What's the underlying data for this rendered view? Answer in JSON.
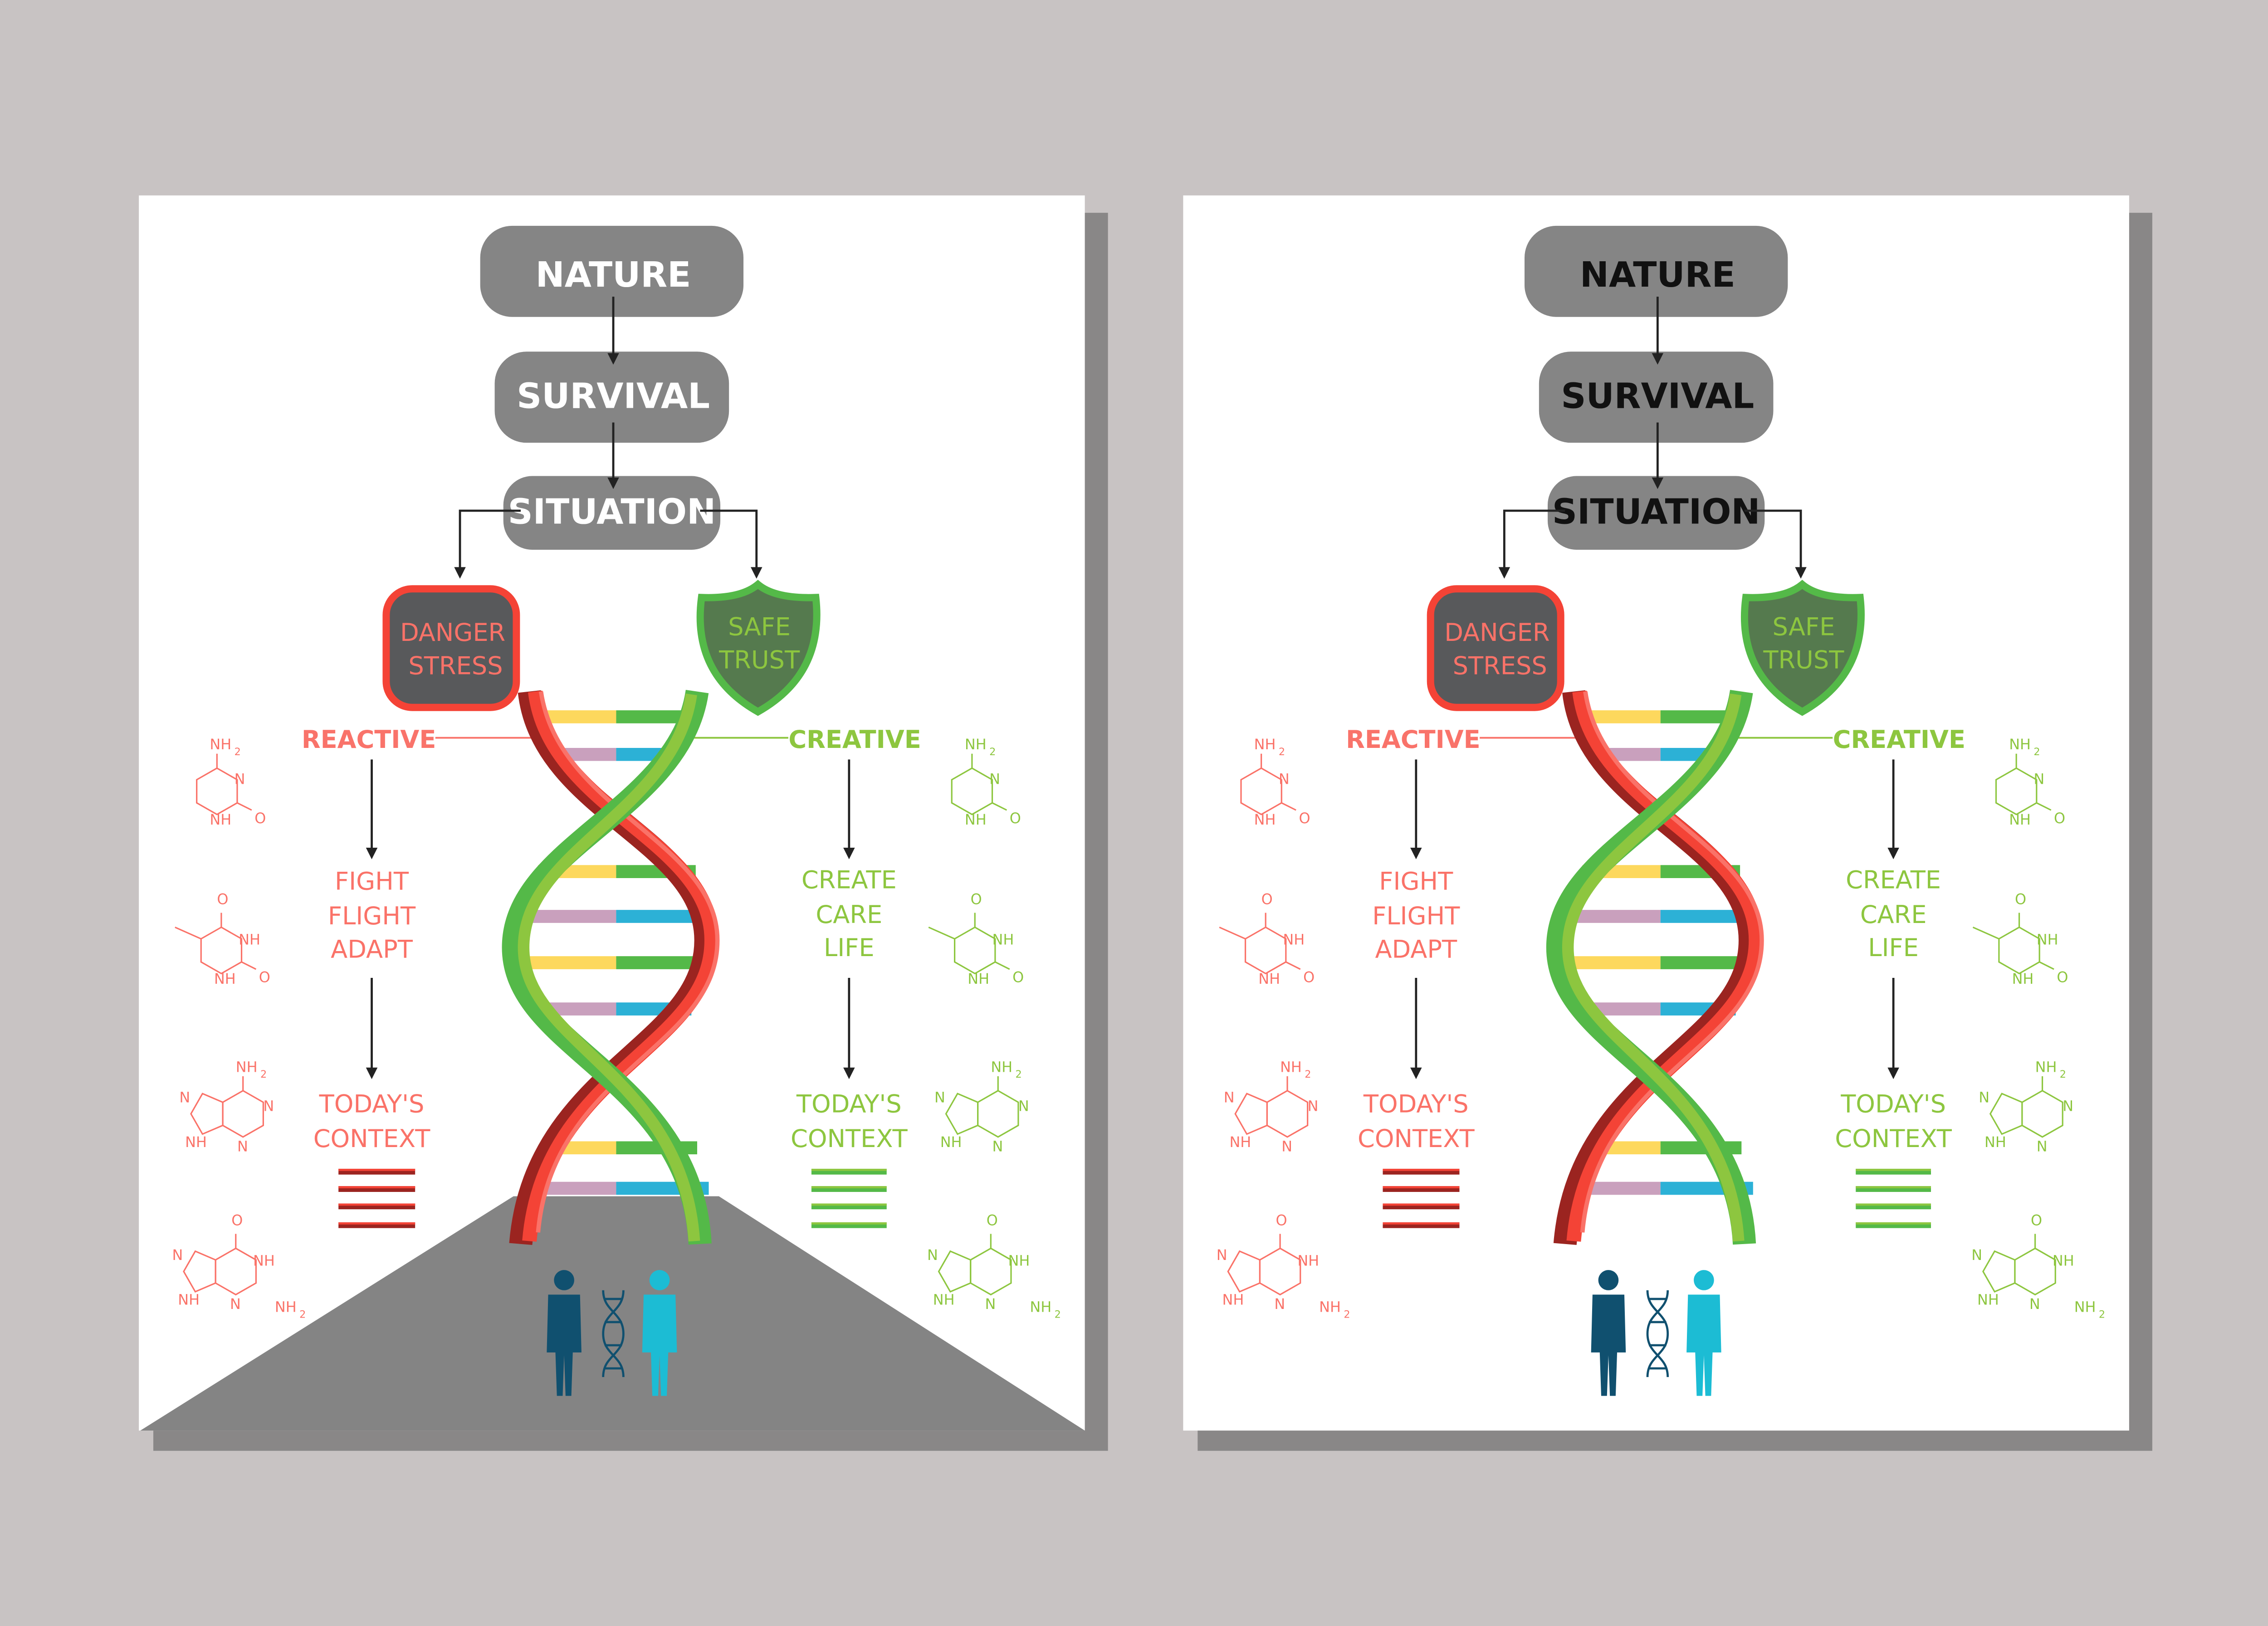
{
  "colors": {
    "background": "#c8c3c3",
    "box": "#858585",
    "danger_red": "#f44336",
    "danger_text": "#fa7268",
    "safe_green": "#54b948",
    "safe_text": "#8dc63f",
    "shield_fill": "#557a4e",
    "person_dark": "#10506f",
    "person_light": "#1cbcd4"
  },
  "posters": [
    {
      "variant": "with-floor",
      "box_text_color": "#ffffff"
    },
    {
      "variant": "no-floor",
      "box_text_color": "#111111"
    }
  ],
  "flow": {
    "nature": "NATURE",
    "survival": "SURVIVAL",
    "situation": "SITUATION",
    "danger": [
      "DANGER",
      "STRESS"
    ],
    "safe": [
      "SAFE",
      "TRUST"
    ]
  },
  "left_column": {
    "heading": "REACTIVE",
    "responses": [
      "FIGHT",
      "FLIGHT",
      "ADAPT"
    ],
    "context": [
      "TODAY'S",
      "CONTEXT"
    ]
  },
  "right_column": {
    "heading": "CREATIVE",
    "responses": [
      "CREATE",
      "CARE",
      "LIFE"
    ],
    "context": [
      "TODAY'S",
      "CONTEXT"
    ]
  },
  "molecule_labels": {
    "nh2": "NH",
    "sub2": "2",
    "n": "N",
    "nh": "NH",
    "o": "O"
  }
}
